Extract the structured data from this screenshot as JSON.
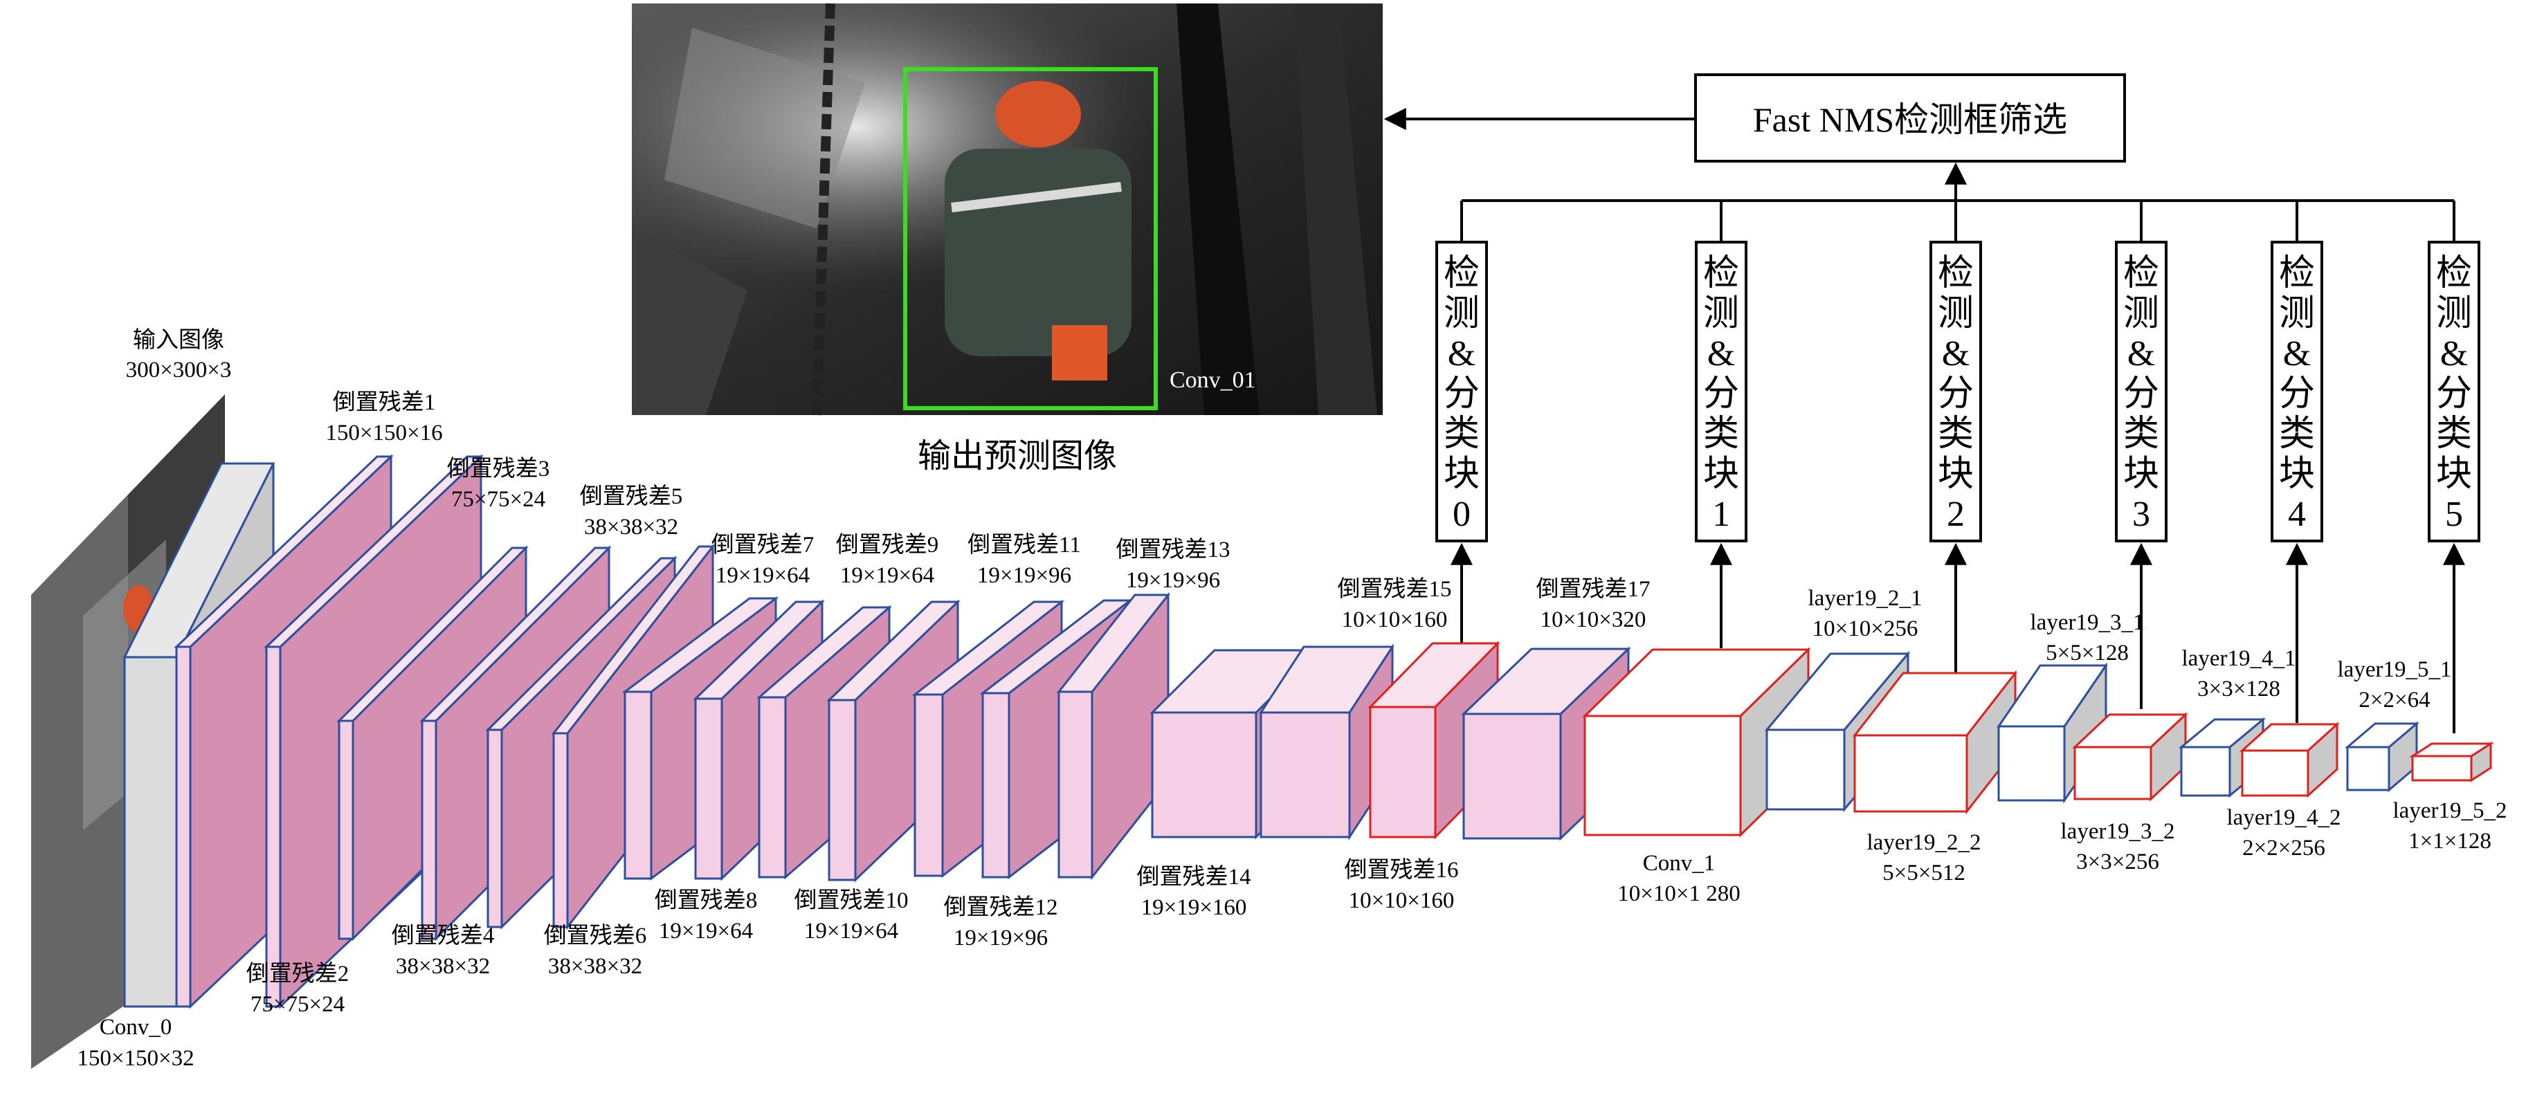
{
  "colors": {
    "pink_face": "#f5cfe3",
    "pink_dark": "#d58fb0",
    "side_gray": "#c9c9c9",
    "blue_edge": "#2d4f9e",
    "red_edge": "#e0201c",
    "photo_box": "#3cdc20",
    "white": "#ffffff"
  },
  "output": {
    "caption": "输出预测图像",
    "photo_label": "Conv_01"
  },
  "nms": {
    "label": "Fast NMS检测框筛选"
  },
  "heads": [
    {
      "chars": [
        "检",
        "测",
        "&",
        "分",
        "类",
        "块",
        "0"
      ]
    },
    {
      "chars": [
        "检",
        "测",
        "&",
        "分",
        "类",
        "块",
        "1"
      ]
    },
    {
      "chars": [
        "检",
        "测",
        "&",
        "分",
        "类",
        "块",
        "2"
      ]
    },
    {
      "chars": [
        "检",
        "测",
        "&",
        "分",
        "类",
        "块",
        "3"
      ]
    },
    {
      "chars": [
        "检",
        "测",
        "&",
        "分",
        "类",
        "块",
        "4"
      ]
    },
    {
      "chars": [
        "检",
        "测",
        "&",
        "分",
        "类",
        "块",
        "5"
      ]
    }
  ],
  "input": {
    "title": "输入图像",
    "dims": "300×300×3"
  },
  "layers": {
    "conv0": {
      "name": "Conv_0",
      "dims": "150×150×32"
    },
    "ir1": {
      "name": "倒置残差1",
      "dims": "150×150×16"
    },
    "ir2": {
      "name": "倒置残差2",
      "dims": "75×75×24"
    },
    "ir3": {
      "name": "倒置残差3",
      "dims": "75×75×24"
    },
    "ir4": {
      "name": "倒置残差4",
      "dims": "38×38×32"
    },
    "ir5": {
      "name": "倒置残差5",
      "dims": "38×38×32"
    },
    "ir6": {
      "name": "倒置残差6",
      "dims": "38×38×32"
    },
    "ir7": {
      "name": "倒置残差7",
      "dims": "19×19×64"
    },
    "ir8": {
      "name": "倒置残差8",
      "dims": "19×19×64"
    },
    "ir9": {
      "name": "倒置残差9",
      "dims": "19×19×64"
    },
    "ir10": {
      "name": "倒置残差10",
      "dims": "19×19×64"
    },
    "ir11": {
      "name": "倒置残差11",
      "dims": "19×19×96"
    },
    "ir12": {
      "name": "倒置残差12",
      "dims": "19×19×96"
    },
    "ir13": {
      "name": "倒置残差13",
      "dims": "19×19×96"
    },
    "ir14": {
      "name": "倒置残差14",
      "dims": "19×19×160"
    },
    "ir15": {
      "name": "倒置残差15",
      "dims": "10×10×160"
    },
    "ir16": {
      "name": "倒置残差16",
      "dims": "10×10×160"
    },
    "ir17": {
      "name": "倒置残差17",
      "dims": "10×10×320"
    },
    "conv1": {
      "name": "Conv_1",
      "dims": "10×10×1 280"
    },
    "l19_2_1": {
      "name": "layer19_2_1",
      "dims": "10×10×256"
    },
    "l19_2_2": {
      "name": "layer19_2_2",
      "dims": "5×5×512"
    },
    "l19_3_1": {
      "name": "layer19_3_1",
      "dims": "5×5×128"
    },
    "l19_3_2": {
      "name": "layer19_3_2",
      "dims": "3×3×256"
    },
    "l19_4_1": {
      "name": "layer19_4_1",
      "dims": "3×3×128"
    },
    "l19_4_2": {
      "name": "layer19_4_2",
      "dims": "2×2×256"
    },
    "l19_5_1": {
      "name": "layer19_5_1",
      "dims": "2×2×64"
    },
    "l19_5_2": {
      "name": "layer19_5_2",
      "dims": "1×1×128"
    }
  }
}
